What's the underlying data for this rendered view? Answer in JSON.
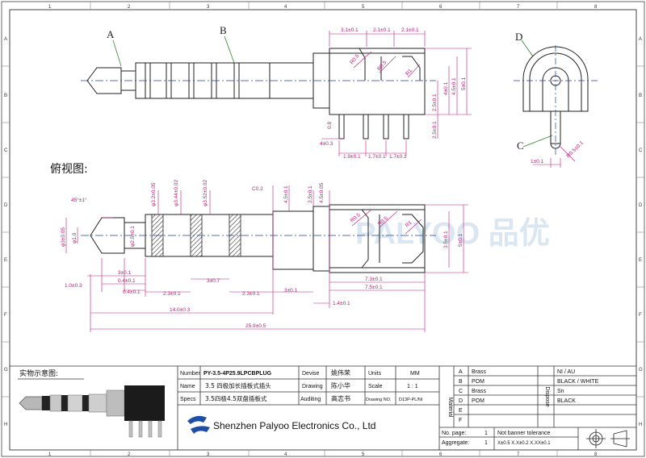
{
  "grid": {
    "cols": [
      "1",
      "2",
      "3",
      "4",
      "5",
      "6",
      "7",
      "8"
    ],
    "rows": [
      "A",
      "B",
      "C",
      "D",
      "E",
      "F",
      "G",
      "H"
    ]
  },
  "callouts": {
    "a": "A",
    "b": "B",
    "c": "C",
    "d": "D"
  },
  "top_view_label": "俯视图:",
  "photo_label": "实物示意图:",
  "watermark": "PALYOO 品优",
  "side_dims": {
    "d1": "3.1±0.1",
    "d2": "2.1±0.1",
    "d3": "2.1±0.1",
    "r1": "R0.5",
    "r2": "R0.5",
    "r3": "R1",
    "v1": "2.5±0.1",
    "v2": "4±0.1",
    "v3": "4.5±0.1",
    "v4": "5±0.1",
    "v5": "2.5±0.1",
    "p1": "0.8",
    "p2": "4±0.3",
    "p3": "1.9±0.1",
    "p4": "1.7±0.1",
    "p5": "1.7±0.1"
  },
  "end_dims": {
    "r": "R0.5±0.1",
    "w": "1±0.1"
  },
  "top_dims": {
    "angle": "45°±1°",
    "dia1": "φ3±0.05",
    "dia2": "φ1.0",
    "dia3": "φ2.5±0.1",
    "dia4": "φ3.2±0.05",
    "dia5": "φ3.44±0.02",
    "dia6": "φ3.52±0.02",
    "c02": "C0.2",
    "h1": "4.5±0.1",
    "h2": "3.5±0.1",
    "h3": "4.5±0.05",
    "r1": "R0.5",
    "r2": "R0.5",
    "r3": "R1",
    "v1": "3.5±0.1",
    "v2": "5±0.1",
    "l1": "3±0.1",
    "l2": "0.4±0.1",
    "l3": "0.4±0.1",
    "l4": "1.0±0.3",
    "l5": "2.3±0.1",
    "l6": "3±0.7",
    "l7": "2.3±0.1",
    "l8": "3±0.1",
    "l9": "1.4±0.1",
    "l10": "7.3±0.1",
    "l11": "7.5±0.1",
    "l12": "14.0±0.3",
    "l13": "25.9±0.5"
  },
  "title_block": {
    "number_label": "Number",
    "number_value": "PY-3.5-4P25.9LPCBPLUG",
    "devise_label": "Devise",
    "devise_value": "姚伟荣",
    "units_label": "Units",
    "units_value": "MM",
    "name_label": "Name",
    "name_value": "3.5 四极加长插板式插头",
    "drawing_label": "Drawing",
    "drawing_value": "陈小华",
    "scale_label": "Scale",
    "scale_value": "1 : 1",
    "specs_label": "Specs",
    "specs_value": "3.5四极4.5双盘插板式",
    "auditing_label": "Auditing",
    "auditing_value": "高志书",
    "drawing_no_label": "Drawing NO.",
    "drawing_no_value": "D13P-PL/NI",
    "company": "Shenzhen Palyoo Electronics Co., Ltd",
    "material_label": "Material",
    "dispose_label": "Dispose",
    "materials": [
      {
        "key": "A",
        "material": "Brass",
        "dispose": "NI / AU"
      },
      {
        "key": "B",
        "material": "POM",
        "dispose": "BLACK / WHITE"
      },
      {
        "key": "C",
        "material": "Brass",
        "dispose": "Sn"
      },
      {
        "key": "D",
        "material": "POM",
        "dispose": "BLACK"
      },
      {
        "key": "E",
        "material": "",
        "dispose": ""
      },
      {
        "key": "F",
        "material": "",
        "dispose": ""
      }
    ],
    "page_label": "No. page:",
    "page_value": "1",
    "aggregate_label": "Aggregate:",
    "aggregate_value": "1",
    "tol_label": "Not banner tolerance",
    "tol_value": "X±0.5 X.X±0.2 X.XX±0.1"
  }
}
